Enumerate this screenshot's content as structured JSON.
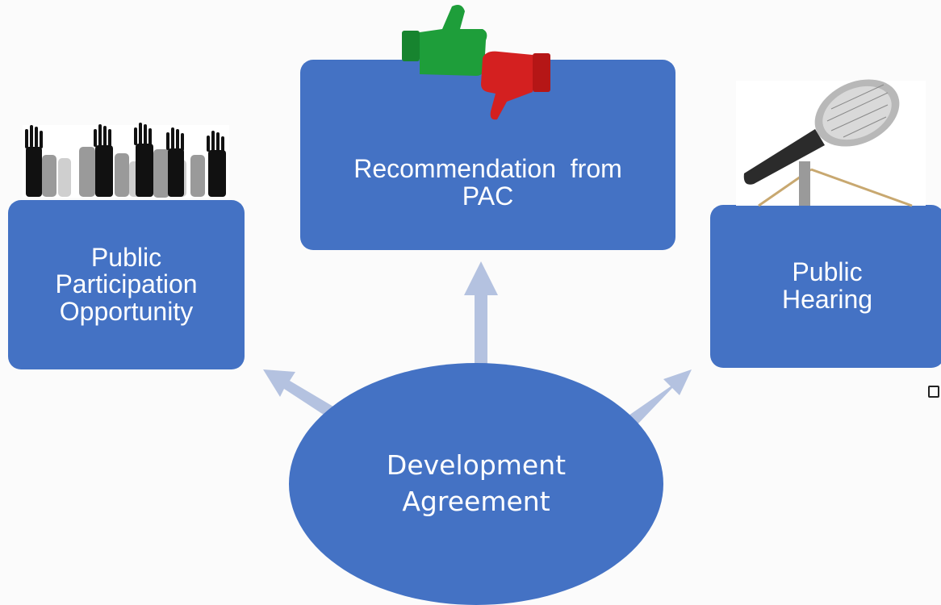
{
  "diagram": {
    "center": {
      "line1": "Development",
      "line2": "Agreement"
    },
    "left_box": {
      "line1": "Public",
      "line2": "Participation",
      "line3": "Opportunity"
    },
    "middle_box": {
      "line1": "Recommendation  from",
      "line2": "PAC"
    },
    "right_box": {
      "line1": "Public",
      "line2": "Hearing"
    }
  },
  "icons": {
    "hands": "raised-hands-icon",
    "thumbs": "thumbs-up-down-icon",
    "microphone": "microphone-icon",
    "bullet": "checkbox-bullet-icon"
  },
  "colors": {
    "shape_fill": "#4472c4",
    "arrow_fill": "#b4c2e0",
    "thumb_up": "#1e9e3a",
    "thumb_down": "#d42020",
    "text": "#ffffff"
  }
}
